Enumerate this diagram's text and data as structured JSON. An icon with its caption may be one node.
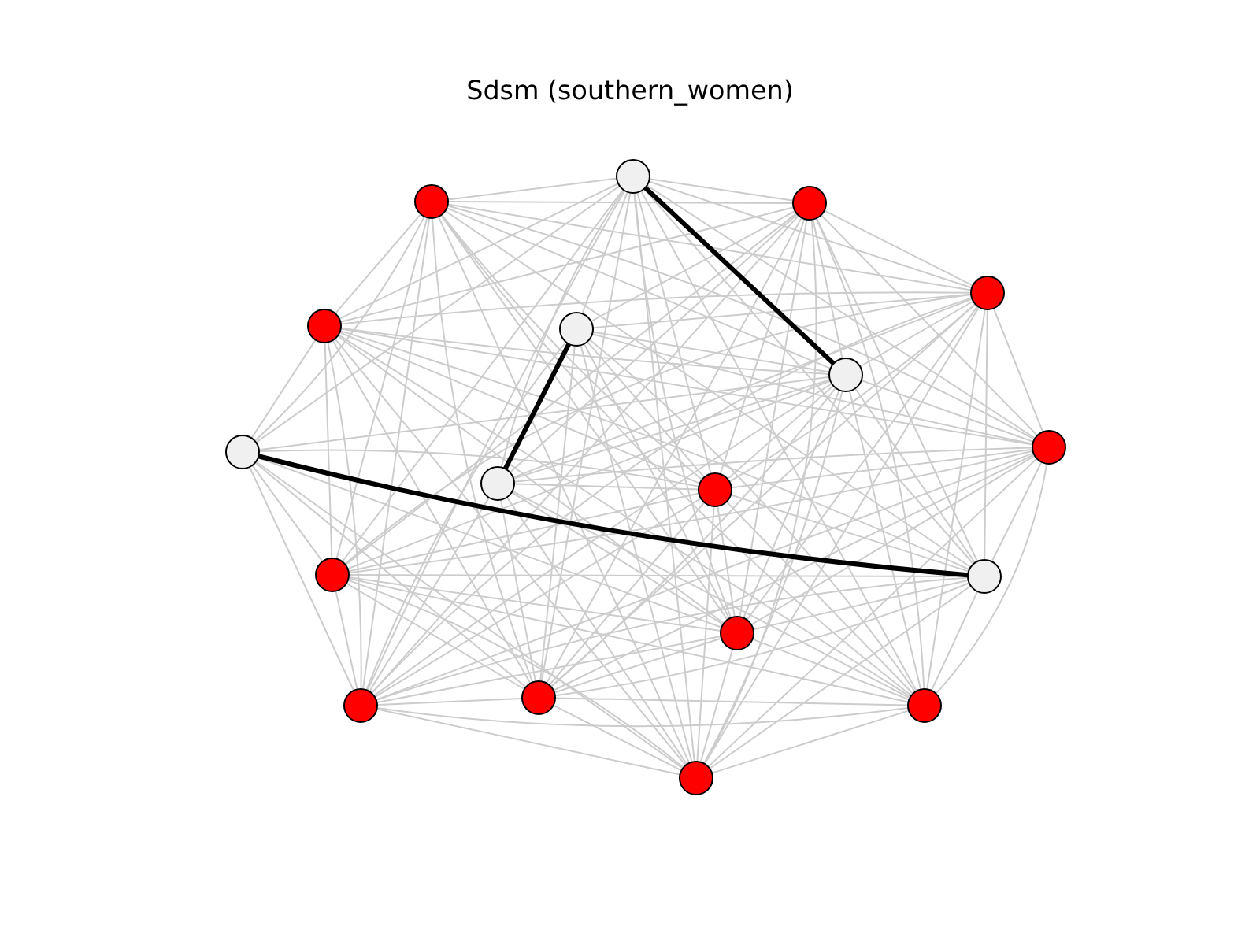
{
  "diagram": {
    "title": "Sdsm (southern_women)",
    "nodes": [
      {
        "text": [],
        "shape": "circle"
      },
      {
        "text": [],
        "shape": "circle"
      },
      {
        "text": [],
        "shape": "circle"
      },
      {
        "text": [],
        "shape": "circle"
      },
      {
        "text": [],
        "shape": "circle"
      },
      {
        "text": [],
        "shape": "circle"
      },
      {
        "text": [],
        "shape": "circle"
      },
      {
        "text": [],
        "shape": "circle"
      },
      {
        "text": [],
        "shape": "circle"
      },
      {
        "text": [],
        "shape": "circle"
      },
      {
        "text": [],
        "shape": "circle"
      },
      {
        "text": [],
        "shape": "circle"
      },
      {
        "text": [],
        "shape": "circle"
      },
      {
        "text": [],
        "shape": "circle"
      },
      {
        "text": [],
        "shape": "circle"
      },
      {
        "text": [],
        "shape": "circle"
      },
      {
        "text": [],
        "shape": "circle"
      },
      {
        "text": [],
        "shape": "circle"
      }
    ],
    "edges": [
      {
        "from": 0,
        "to": 1,
        "arrow": "none"
      },
      {
        "from": 0,
        "to": 2,
        "arrow": "none"
      },
      {
        "from": 0,
        "to": 3,
        "arrow": "none"
      },
      {
        "from": 0,
        "to": 4,
        "arrow": "none"
      },
      {
        "from": 0,
        "to": 5,
        "arrow": "none"
      },
      {
        "from": 0,
        "to": 6,
        "arrow": "none",
        "style": "thick",
        "color": "#000000"
      },
      {
        "from": 0,
        "to": 7,
        "arrow": "none"
      },
      {
        "from": 0,
        "to": 8,
        "arrow": "none"
      },
      {
        "from": 0,
        "to": 9,
        "arrow": "none"
      },
      {
        "from": 0,
        "to": 10,
        "arrow": "none"
      },
      {
        "from": 0,
        "to": 11,
        "arrow": "none"
      },
      {
        "from": 0,
        "to": 12,
        "arrow": "none"
      },
      {
        "from": 0,
        "to": 13,
        "arrow": "none"
      },
      {
        "from": 0,
        "to": 14,
        "arrow": "none"
      },
      {
        "from": 0,
        "to": 15,
        "arrow": "none"
      },
      {
        "from": 0,
        "to": 16,
        "arrow": "none"
      },
      {
        "from": 0,
        "to": 17,
        "arrow": "none"
      },
      {
        "from": 1,
        "to": 2,
        "arrow": "none"
      },
      {
        "from": 1,
        "to": 3,
        "arrow": "none"
      },
      {
        "from": 1,
        "to": 4,
        "arrow": "none"
      },
      {
        "from": 1,
        "to": 6,
        "arrow": "none"
      },
      {
        "from": 1,
        "to": 7,
        "arrow": "none"
      },
      {
        "from": 1,
        "to": 8,
        "arrow": "none"
      },
      {
        "from": 1,
        "to": 10,
        "arrow": "none"
      },
      {
        "from": 1,
        "to": 11,
        "arrow": "none"
      },
      {
        "from": 1,
        "to": 12,
        "arrow": "none"
      },
      {
        "from": 1,
        "to": 13,
        "arrow": "none"
      },
      {
        "from": 1,
        "to": 14,
        "arrow": "none"
      },
      {
        "from": 1,
        "to": 15,
        "arrow": "none"
      },
      {
        "from": 1,
        "to": 16,
        "arrow": "none"
      },
      {
        "from": 1,
        "to": 17,
        "arrow": "none"
      },
      {
        "from": 2,
        "to": 3,
        "arrow": "none"
      },
      {
        "from": 2,
        "to": 4,
        "arrow": "none"
      },
      {
        "from": 2,
        "to": 5,
        "arrow": "none"
      },
      {
        "from": 2,
        "to": 6,
        "arrow": "none"
      },
      {
        "from": 2,
        "to": 8,
        "arrow": "none"
      },
      {
        "from": 2,
        "to": 9,
        "arrow": "none"
      },
      {
        "from": 2,
        "to": 10,
        "arrow": "none"
      },
      {
        "from": 2,
        "to": 11,
        "arrow": "none"
      },
      {
        "from": 2,
        "to": 12,
        "arrow": "none"
      },
      {
        "from": 2,
        "to": 13,
        "arrow": "none"
      },
      {
        "from": 2,
        "to": 14,
        "arrow": "none"
      },
      {
        "from": 2,
        "to": 15,
        "arrow": "none"
      },
      {
        "from": 2,
        "to": 16,
        "arrow": "none"
      },
      {
        "from": 2,
        "to": 17,
        "arrow": "none"
      },
      {
        "from": 3,
        "to": 4,
        "arrow": "none"
      },
      {
        "from": 3,
        "to": 5,
        "arrow": "none"
      },
      {
        "from": 3,
        "to": 6,
        "arrow": "none"
      },
      {
        "from": 3,
        "to": 8,
        "arrow": "none"
      },
      {
        "from": 3,
        "to": 9,
        "arrow": "none"
      },
      {
        "from": 3,
        "to": 10,
        "arrow": "none"
      },
      {
        "from": 3,
        "to": 11,
        "arrow": "none"
      },
      {
        "from": 3,
        "to": 12,
        "arrow": "none"
      },
      {
        "from": 3,
        "to": 13,
        "arrow": "none"
      },
      {
        "from": 3,
        "to": 14,
        "arrow": "none"
      },
      {
        "from": 3,
        "to": 15,
        "arrow": "none"
      },
      {
        "from": 3,
        "to": 16,
        "arrow": "none"
      },
      {
        "from": 3,
        "to": 17,
        "arrow": "none"
      },
      {
        "from": 4,
        "to": 6,
        "arrow": "none"
      },
      {
        "from": 4,
        "to": 7,
        "arrow": "none"
      },
      {
        "from": 4,
        "to": 8,
        "arrow": "none"
      },
      {
        "from": 4,
        "to": 10,
        "arrow": "none"
      },
      {
        "from": 4,
        "to": 11,
        "arrow": "none"
      },
      {
        "from": 4,
        "to": 12,
        "arrow": "none"
      },
      {
        "from": 4,
        "to": 13,
        "arrow": "none"
      },
      {
        "from": 4,
        "to": 14,
        "arrow": "none"
      },
      {
        "from": 4,
        "to": 15,
        "arrow": "none"
      },
      {
        "from": 4,
        "to": 16,
        "arrow": "none"
      },
      {
        "from": 4,
        "to": 17,
        "arrow": "none"
      },
      {
        "from": 5,
        "to": 6,
        "arrow": "none"
      },
      {
        "from": 5,
        "to": 8,
        "arrow": "none"
      },
      {
        "from": 5,
        "to": 9,
        "arrow": "none",
        "style": "thick",
        "color": "#000000"
      },
      {
        "from": 5,
        "to": 10,
        "arrow": "none"
      },
      {
        "from": 5,
        "to": 13,
        "arrow": "none"
      },
      {
        "from": 5,
        "to": 14,
        "arrow": "none"
      },
      {
        "from": 5,
        "to": 15,
        "arrow": "none"
      },
      {
        "from": 5,
        "to": 16,
        "arrow": "none"
      },
      {
        "from": 5,
        "to": 17,
        "arrow": "none"
      },
      {
        "from": 6,
        "to": 7,
        "arrow": "none"
      },
      {
        "from": 6,
        "to": 8,
        "arrow": "none"
      },
      {
        "from": 6,
        "to": 9,
        "arrow": "none"
      },
      {
        "from": 6,
        "to": 10,
        "arrow": "none"
      },
      {
        "from": 6,
        "to": 11,
        "arrow": "none"
      },
      {
        "from": 6,
        "to": 12,
        "arrow": "none"
      },
      {
        "from": 6,
        "to": 13,
        "arrow": "none"
      },
      {
        "from": 6,
        "to": 14,
        "arrow": "none"
      },
      {
        "from": 6,
        "to": 15,
        "arrow": "none"
      },
      {
        "from": 6,
        "to": 16,
        "arrow": "none"
      },
      {
        "from": 6,
        "to": 17,
        "arrow": "none"
      },
      {
        "from": 7,
        "to": 10,
        "arrow": "none"
      },
      {
        "from": 7,
        "to": 11,
        "arrow": "none"
      },
      {
        "from": 7,
        "to": 12,
        "arrow": "none",
        "style": "thick",
        "color": "#000000"
      },
      {
        "from": 7,
        "to": 13,
        "arrow": "none"
      },
      {
        "from": 7,
        "to": 14,
        "arrow": "none"
      },
      {
        "from": 7,
        "to": 15,
        "arrow": "none"
      },
      {
        "from": 7,
        "to": 17,
        "arrow": "none"
      },
      {
        "from": 8,
        "to": 9,
        "arrow": "none"
      },
      {
        "from": 8,
        "to": 10,
        "arrow": "none"
      },
      {
        "from": 8,
        "to": 11,
        "arrow": "none"
      },
      {
        "from": 8,
        "to": 12,
        "arrow": "none"
      },
      {
        "from": 8,
        "to": 13,
        "arrow": "none"
      },
      {
        "from": 8,
        "to": 14,
        "arrow": "none"
      },
      {
        "from": 8,
        "to": 15,
        "arrow": "none"
      },
      {
        "from": 8,
        "to": 16,
        "arrow": "none"
      },
      {
        "from": 8,
        "to": 17,
        "arrow": "none"
      },
      {
        "from": 9,
        "to": 10,
        "arrow": "none"
      },
      {
        "from": 9,
        "to": 13,
        "arrow": "none"
      },
      {
        "from": 9,
        "to": 14,
        "arrow": "none"
      },
      {
        "from": 9,
        "to": 15,
        "arrow": "none"
      },
      {
        "from": 9,
        "to": 16,
        "arrow": "none"
      },
      {
        "from": 9,
        "to": 17,
        "arrow": "none"
      },
      {
        "from": 10,
        "to": 11,
        "arrow": "none"
      },
      {
        "from": 10,
        "to": 12,
        "arrow": "none"
      },
      {
        "from": 10,
        "to": 13,
        "arrow": "none"
      },
      {
        "from": 10,
        "to": 14,
        "arrow": "none"
      },
      {
        "from": 10,
        "to": 15,
        "arrow": "none"
      },
      {
        "from": 10,
        "to": 16,
        "arrow": "none"
      },
      {
        "from": 10,
        "to": 17,
        "arrow": "none"
      },
      {
        "from": 11,
        "to": 12,
        "arrow": "none"
      },
      {
        "from": 11,
        "to": 13,
        "arrow": "none"
      },
      {
        "from": 11,
        "to": 14,
        "arrow": "none"
      },
      {
        "from": 11,
        "to": 15,
        "arrow": "none"
      },
      {
        "from": 11,
        "to": 16,
        "arrow": "none"
      },
      {
        "from": 11,
        "to": 17,
        "arrow": "none"
      },
      {
        "from": 12,
        "to": 13,
        "arrow": "none"
      },
      {
        "from": 12,
        "to": 14,
        "arrow": "none"
      },
      {
        "from": 12,
        "to": 15,
        "arrow": "none"
      },
      {
        "from": 12,
        "to": 16,
        "arrow": "none"
      },
      {
        "from": 12,
        "to": 17,
        "arrow": "none"
      },
      {
        "from": 13,
        "to": 14,
        "arrow": "none"
      },
      {
        "from": 13,
        "to": 15,
        "arrow": "none"
      },
      {
        "from": 13,
        "to": 16,
        "arrow": "none"
      },
      {
        "from": 13,
        "to": 17,
        "arrow": "none"
      },
      {
        "from": 14,
        "to": 15,
        "arrow": "none"
      },
      {
        "from": 14,
        "to": 16,
        "arrow": "none"
      },
      {
        "from": 14,
        "to": 17,
        "arrow": "none"
      },
      {
        "from": 15,
        "to": 16,
        "arrow": "none"
      },
      {
        "from": 15,
        "to": 17,
        "arrow": "none"
      },
      {
        "from": 16,
        "to": 17,
        "arrow": "none"
      }
    ]
  }
}
